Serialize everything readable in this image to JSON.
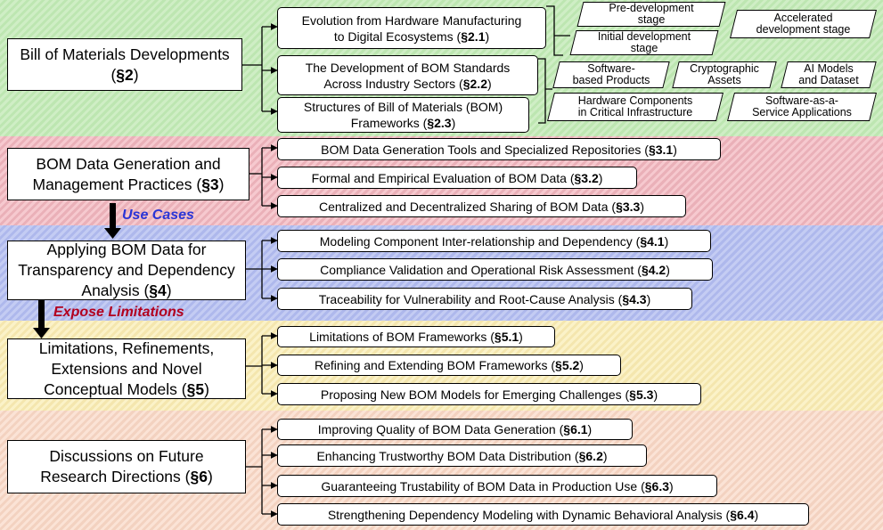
{
  "colors": {
    "green_band": "#c8ebbd",
    "pink_band": "#f2bec5",
    "blue_band": "#bcc4f1",
    "yellow_band": "#f8edbd",
    "peach_band": "#f8dccc",
    "use_cases": "#2a35d6",
    "expose_limitations": "#b2001f"
  },
  "sections": {
    "s2": {
      "title_line1": "Bill of Materials Developments",
      "title_ref": "2",
      "subs": [
        {
          "line1": "Evolution from Hardware Manufacturing",
          "line2": "to Digital Ecosystems",
          "ref": "2.1"
        },
        {
          "line1": "The Development of BOM Standards",
          "line2": "Across Industry Sectors",
          "ref": "2.2"
        },
        {
          "line1": "Structures of Bill of Materials (BOM)",
          "line2": "Frameworks",
          "ref": "2.3"
        }
      ],
      "stages": {
        "pre_l1": "Pre-development",
        "pre_l2": "stage",
        "initial_l1": "Initial development",
        "initial_l2": "stage",
        "accel_l1": "Accelerated",
        "accel_l2": "development stage"
      },
      "sectors": {
        "software_l1": "Software-",
        "software_l2": "based Products",
        "crypto_l1": "Cryptographic",
        "crypto_l2": "Assets",
        "ai_l1": "AI Models",
        "ai_l2": "and Dataset",
        "hardware_l1": "Hardware Components",
        "hardware_l2": "in Critical Infrastructure",
        "saas_l1": "Software-as-a-",
        "saas_l2": "Service Applications"
      }
    },
    "s3": {
      "title_line1": "BOM Data Generation and",
      "title_line2": "Management Practices",
      "title_ref": "3",
      "subs": [
        {
          "text": "BOM Data Generation Tools and Specialized Repositories",
          "ref": "3.1"
        },
        {
          "text": "Formal and Empirical Evaluation of BOM Data",
          "ref": "3.2"
        },
        {
          "text": "Centralized and Decentralized Sharing of BOM Data",
          "ref": "3.3"
        }
      ]
    },
    "s4": {
      "title_line1": "Applying BOM Data for",
      "title_line2": "Transparency and Dependency",
      "title_line3": "Analysis",
      "title_ref": "4",
      "subs": [
        {
          "text": "Modeling Component Inter-relationship and Dependency",
          "ref": "4.1"
        },
        {
          "text": "Compliance Validation and Operational Risk Assessment",
          "ref": "4.2"
        },
        {
          "text": "Traceability for Vulnerability and Root-Cause Analysis",
          "ref": "4.3"
        }
      ]
    },
    "s5": {
      "title_line1": "Limitations, Refinements,",
      "title_line2": "Extensions and Novel",
      "title_line3": "Conceptual Models",
      "title_ref": "5",
      "subs": [
        {
          "text": "Limitations of BOM Frameworks",
          "ref": "5.1"
        },
        {
          "text": "Refining and Extending BOM Frameworks",
          "ref": "5.2"
        },
        {
          "text": "Proposing New BOM Models for Emerging Challenges",
          "ref": "5.3"
        }
      ]
    },
    "s6": {
      "title_line1": "Discussions on Future",
      "title_line2": "Research Directions",
      "title_ref": "6",
      "subs": [
        {
          "text": "Improving Quality of BOM Data Generation",
          "ref": "6.1"
        },
        {
          "text": "Enhancing Trustworthy BOM Data Distribution",
          "ref": "6.2"
        },
        {
          "text": "Guaranteeing Trustability of BOM Data in Production Use",
          "ref": "6.3"
        },
        {
          "text": "Strengthening Dependency Modeling with Dynamic Behavioral Analysis",
          "ref": "6.4"
        }
      ]
    }
  },
  "labels": {
    "use_cases": "Use Cases",
    "expose_limitations": "Expose Limitations"
  },
  "symbols": {
    "section_sign": "§",
    "paren_open": "(",
    "paren_close": ")"
  }
}
